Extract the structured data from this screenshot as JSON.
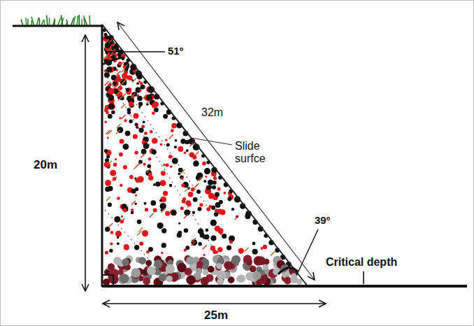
{
  "diagram": {
    "labels": [
      "51º",
      "32m",
      "Slide surfce",
      "20m",
      "39º",
      "Critical depth",
      "25m"
    ]
  }
}
